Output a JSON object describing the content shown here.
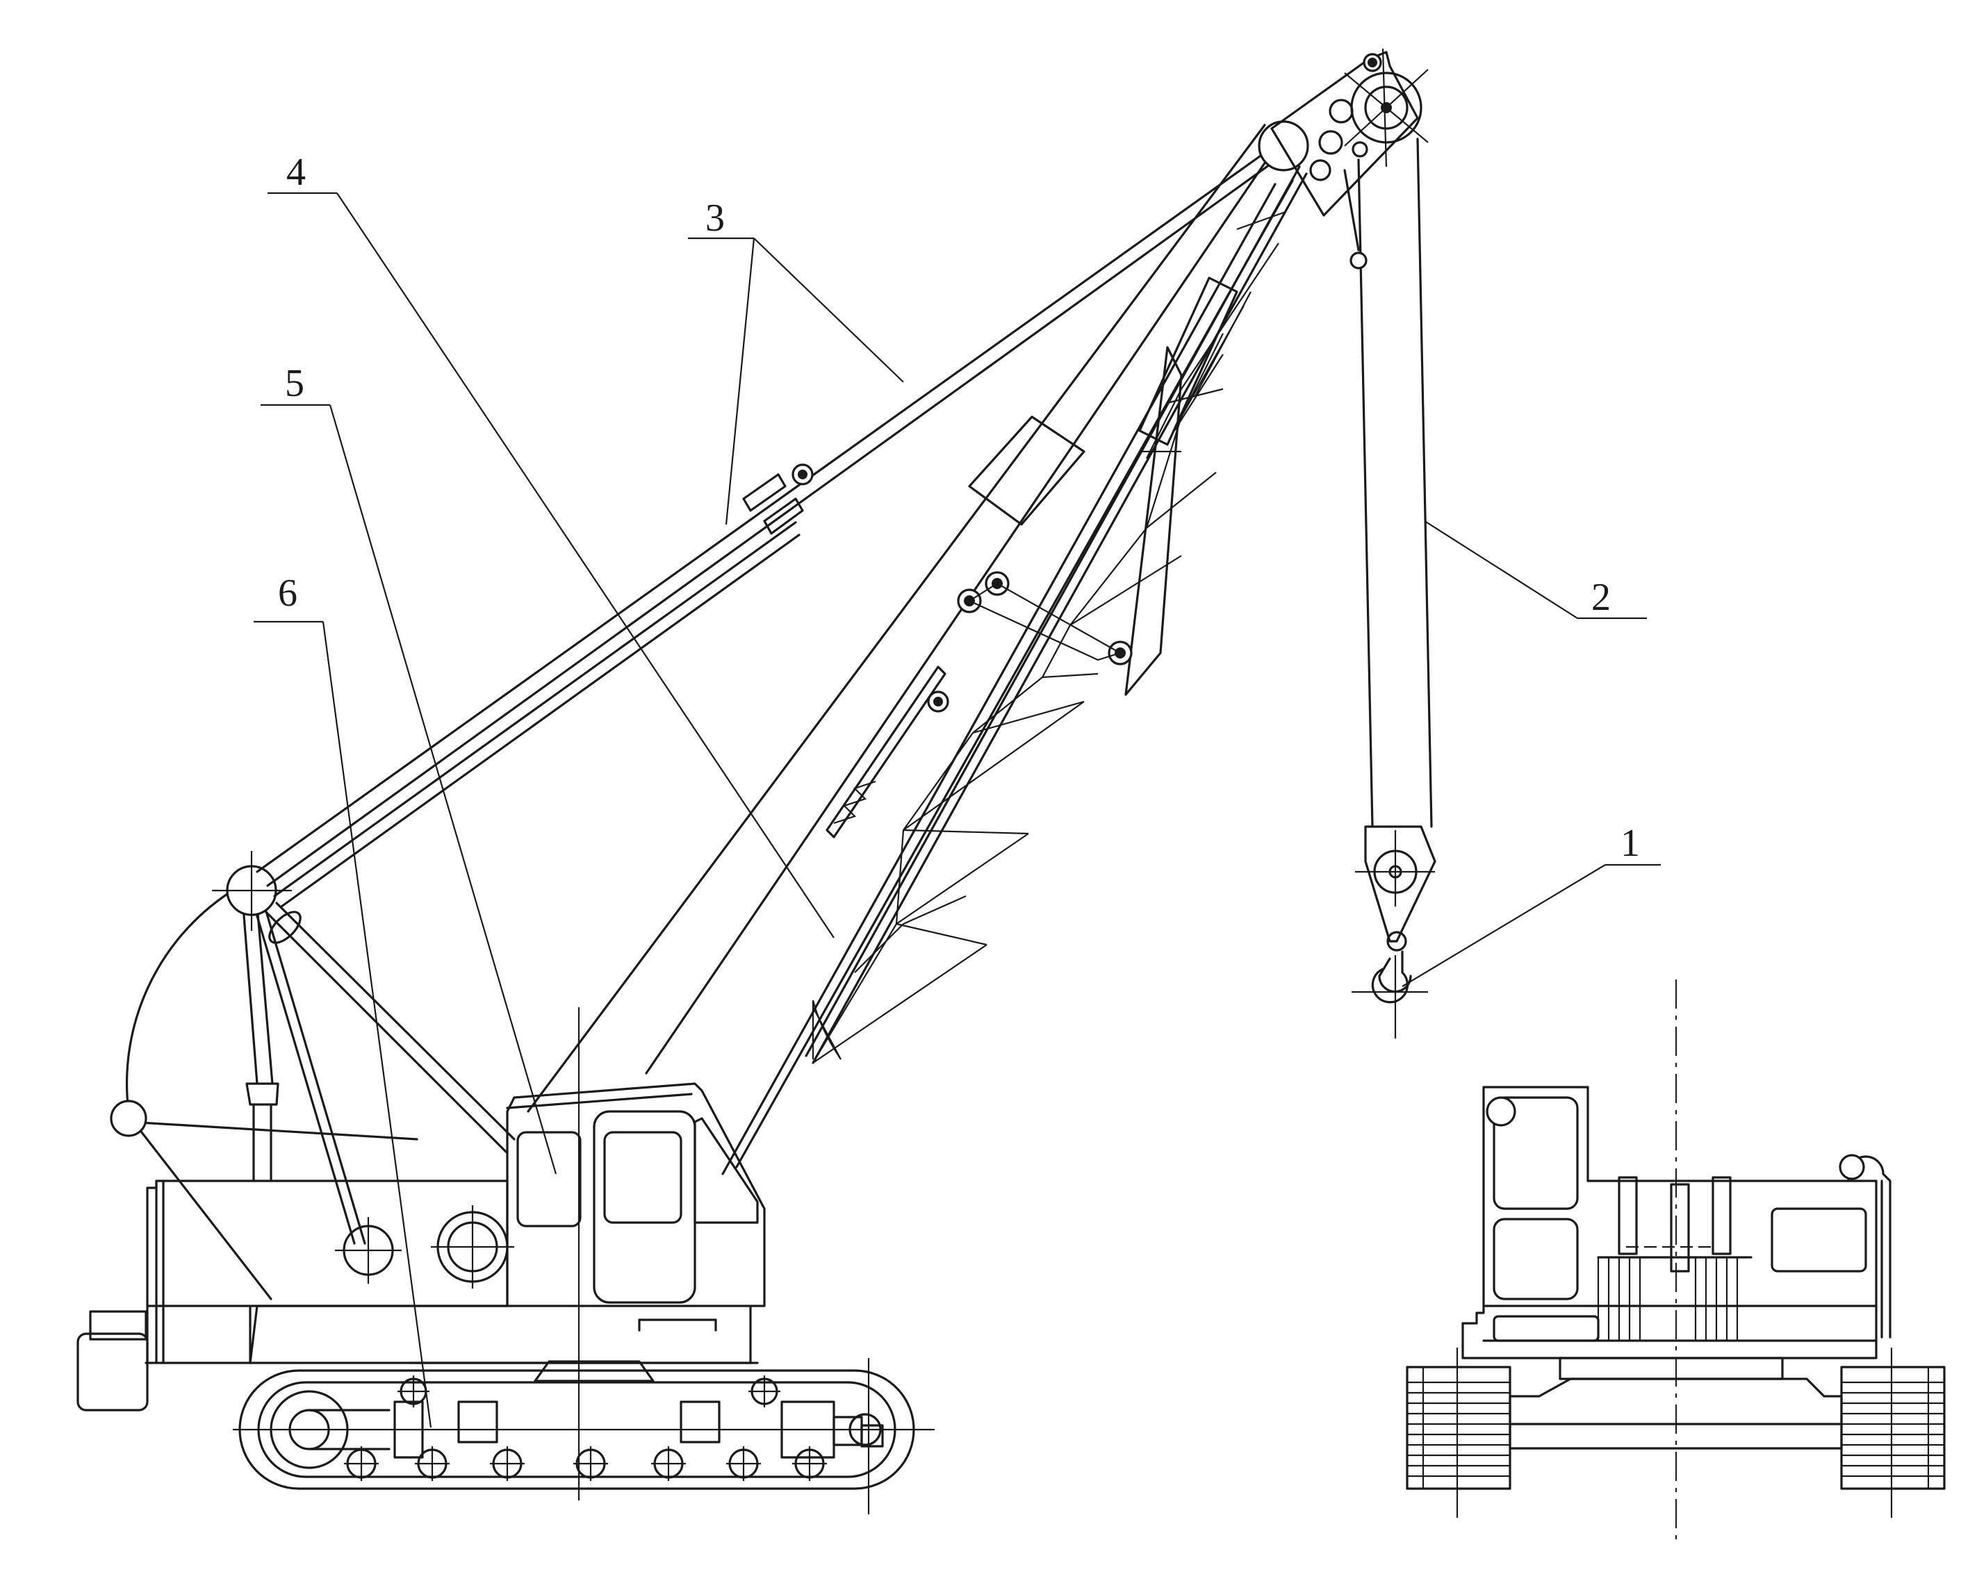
{
  "callouts": [
    {
      "id": "1",
      "text": "1"
    },
    {
      "id": "2",
      "text": "2"
    },
    {
      "id": "3",
      "text": "3"
    },
    {
      "id": "4",
      "text": "4"
    },
    {
      "id": "5",
      "text": "5"
    },
    {
      "id": "6",
      "text": "6"
    }
  ],
  "colors": {
    "line": "#1a1a1a",
    "background": "#ffffff"
  }
}
